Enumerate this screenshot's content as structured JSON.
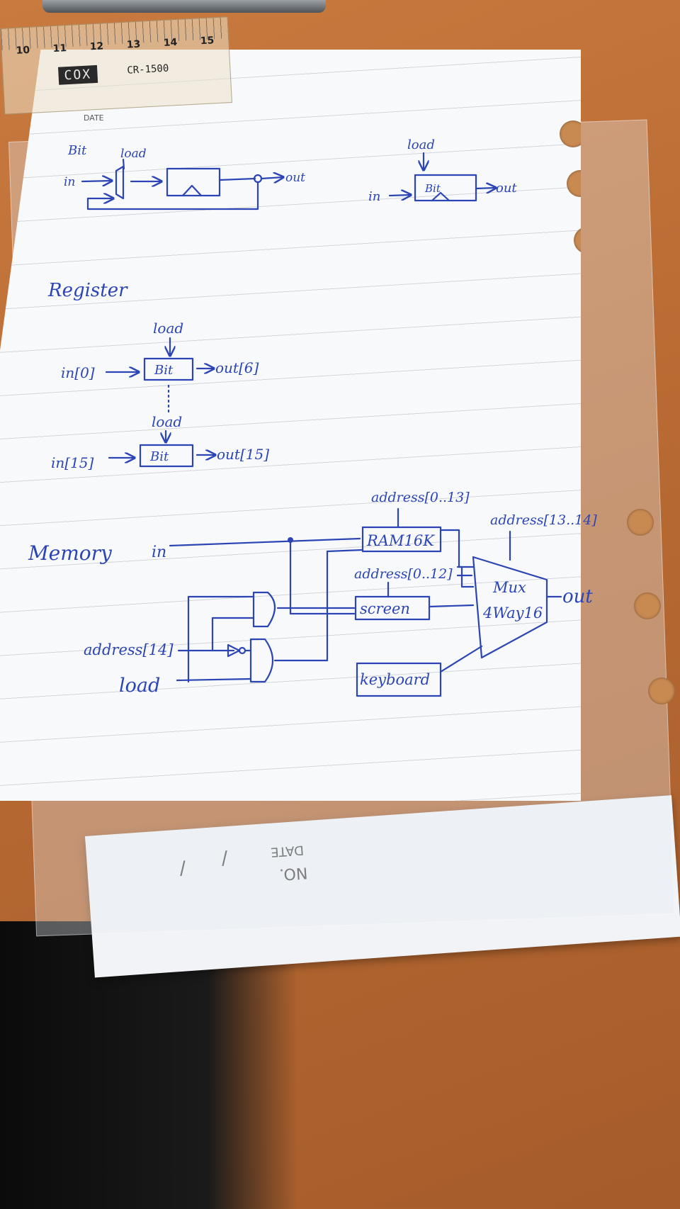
{
  "ruler": {
    "brand": "COX",
    "model": "CR-1500",
    "numbers": [
      "10",
      "11",
      "12",
      "13",
      "14",
      "15"
    ]
  },
  "paper_top": {
    "date_label": "DATE"
  },
  "bit_section": {
    "title": "Bit",
    "left_load": "load",
    "left_in": "in",
    "left_out": "out",
    "right_load": "load",
    "right_in": "in",
    "right_box": "Bit",
    "right_out": "out"
  },
  "register_section": {
    "title": "Register",
    "top_load": "load",
    "top_in": "in[0]",
    "top_box": "Bit",
    "top_out": "out[6]",
    "bottom_load": "load",
    "bottom_in": "in[15]",
    "bottom_box": "Bit",
    "bottom_out": "out[15]"
  },
  "memory_section": {
    "title": "Memory",
    "in_label": "in",
    "ram_addr": "address[0..13]",
    "ram_box": "RAM16K",
    "screen_addr": "address[0..12]",
    "screen_box": "screen",
    "keyboard_box": "keyboard",
    "mux_addr": "address[13..14]",
    "mux_line1": "Mux",
    "mux_line2": "4Way16",
    "out_label": "out",
    "addr14_label": "address[14]",
    "load_label": "load"
  },
  "under_sheet": {
    "no_label": "NO.",
    "date_label": "DATE",
    "slash1": "/",
    "slash2": "/"
  },
  "colors": {
    "ink": "#2c45b5",
    "paper": "#f8f9fb",
    "desk": "#b86a32"
  }
}
